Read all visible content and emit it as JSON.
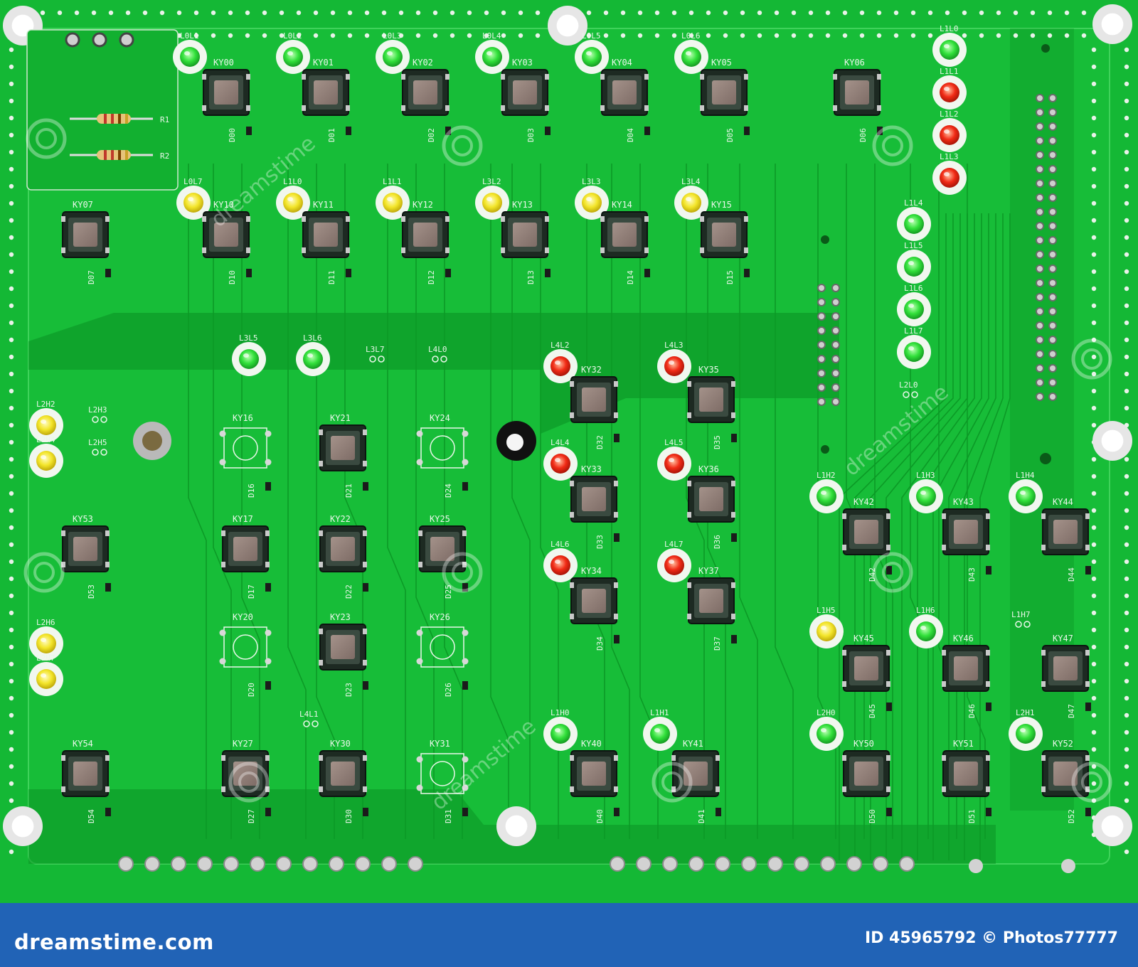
{
  "board": {
    "colors": {
      "pcb": "#14b835",
      "pcb_dark": "#0a8f22",
      "silk": "#eaf7ea",
      "pad": "#d8d8d8",
      "led_green": "#31e03a",
      "led_yellow": "#f3e52a",
      "led_red": "#f12b16"
    },
    "resistors": [
      "R1",
      "R2"
    ],
    "leds": [
      {
        "label": "L0L1",
        "color": "green"
      },
      {
        "label": "L0L2",
        "color": "green"
      },
      {
        "label": "L0L3",
        "color": "green"
      },
      {
        "label": "L0L4",
        "color": "green"
      },
      {
        "label": "L0L5",
        "color": "green"
      },
      {
        "label": "L0L6",
        "color": "green"
      },
      {
        "label": "L0L7",
        "color": "yellow"
      },
      {
        "label": "L1L0",
        "color": "yellow"
      },
      {
        "label": "L1L1",
        "color": "yellow"
      },
      {
        "label": "L3L2",
        "color": "yellow"
      },
      {
        "label": "L3L3",
        "color": "yellow"
      },
      {
        "label": "L3L4",
        "color": "yellow"
      },
      {
        "label": "L1L0",
        "color": "green"
      },
      {
        "label": "L1L1",
        "color": "red"
      },
      {
        "label": "L1L2",
        "color": "red"
      },
      {
        "label": "L1L3",
        "color": "red"
      },
      {
        "label": "L1L4",
        "color": "green"
      },
      {
        "label": "L1L5",
        "color": "green"
      },
      {
        "label": "L1L6",
        "color": "green"
      },
      {
        "label": "L1L7",
        "color": "green"
      },
      {
        "label": "L2H2",
        "color": "yellow"
      },
      {
        "label": "L2H4",
        "color": "yellow"
      },
      {
        "label": "L2H6",
        "color": "yellow"
      },
      {
        "label": "L2H7",
        "color": "yellow"
      },
      {
        "label": "L3L5",
        "color": "green"
      },
      {
        "label": "L3L6",
        "color": "green"
      },
      {
        "label": "L4L2",
        "color": "red"
      },
      {
        "label": "L4L3",
        "color": "red"
      },
      {
        "label": "L4L4",
        "color": "red"
      },
      {
        "label": "L4L5",
        "color": "red"
      },
      {
        "label": "L4L6",
        "color": "red"
      },
      {
        "label": "L4L7",
        "color": "red"
      },
      {
        "label": "L1H2",
        "color": "green"
      },
      {
        "label": "L1H3",
        "color": "green"
      },
      {
        "label": "L1H4",
        "color": "green"
      },
      {
        "label": "L1H5",
        "color": "yellow"
      },
      {
        "label": "L1H6",
        "color": "green"
      },
      {
        "label": "L1H0",
        "color": "green"
      },
      {
        "label": "L1H1",
        "color": "green"
      },
      {
        "label": "L2H0",
        "color": "green"
      },
      {
        "label": "L2H1",
        "color": "green"
      }
    ],
    "unpopulated_leds": [
      "L2H3",
      "L2H5",
      "L3L7",
      "L4L0",
      "L4L1",
      "L1H7",
      "L2L0"
    ],
    "keys": [
      {
        "label": "KY00",
        "diode": "D00",
        "populated": true
      },
      {
        "label": "KY01",
        "diode": "D01",
        "populated": true
      },
      {
        "label": "KY02",
        "diode": "D02",
        "populated": true
      },
      {
        "label": "KY03",
        "diode": "D03",
        "populated": true
      },
      {
        "label": "KY04",
        "diode": "D04",
        "populated": true
      },
      {
        "label": "KY05",
        "diode": "D05",
        "populated": true
      },
      {
        "label": "KY06",
        "diode": "D06",
        "populated": true
      },
      {
        "label": "KY07",
        "diode": "D07",
        "populated": true
      },
      {
        "label": "KY10",
        "diode": "D10",
        "populated": true
      },
      {
        "label": "KY11",
        "diode": "D11",
        "populated": true
      },
      {
        "label": "KY12",
        "diode": "D12",
        "populated": true
      },
      {
        "label": "KY13",
        "diode": "D13",
        "populated": true
      },
      {
        "label": "KY14",
        "diode": "D14",
        "populated": true
      },
      {
        "label": "KY15",
        "diode": "D15",
        "populated": true
      },
      {
        "label": "KY16",
        "diode": "D16",
        "populated": false
      },
      {
        "label": "KY21",
        "diode": "D21",
        "populated": true
      },
      {
        "label": "KY24",
        "diode": "D24",
        "populated": false
      },
      {
        "label": "KY53",
        "diode": "D53",
        "populated": true
      },
      {
        "label": "KY17",
        "diode": "D17",
        "populated": true
      },
      {
        "label": "KY22",
        "diode": "D22",
        "populated": true
      },
      {
        "label": "KY25",
        "diode": "D25",
        "populated": true
      },
      {
        "label": "KY20",
        "diode": "D20",
        "populated": false
      },
      {
        "label": "KY23",
        "diode": "D23",
        "populated": true
      },
      {
        "label": "KY26",
        "diode": "D26",
        "populated": false
      },
      {
        "label": "KY54",
        "diode": "D54",
        "populated": true
      },
      {
        "label": "KY27",
        "diode": "D27",
        "populated": true
      },
      {
        "label": "KY30",
        "diode": "D30",
        "populated": true
      },
      {
        "label": "KY31",
        "diode": "D31",
        "populated": false
      },
      {
        "label": "KY32",
        "diode": "D32",
        "populated": true
      },
      {
        "label": "KY33",
        "diode": "D33",
        "populated": true
      },
      {
        "label": "KY34",
        "diode": "D34",
        "populated": true
      },
      {
        "label": "KY35",
        "diode": "D35",
        "populated": true
      },
      {
        "label": "KY36",
        "diode": "D36",
        "populated": true
      },
      {
        "label": "KY37",
        "diode": "D37",
        "populated": true
      },
      {
        "label": "KY40",
        "diode": "D40",
        "populated": true
      },
      {
        "label": "KY41",
        "diode": "D41",
        "populated": true
      },
      {
        "label": "KY42",
        "diode": "D42",
        "populated": true
      },
      {
        "label": "KY43",
        "diode": "D43",
        "populated": true
      },
      {
        "label": "KY44",
        "diode": "D44",
        "populated": true
      },
      {
        "label": "KY45",
        "diode": "D45",
        "populated": true
      },
      {
        "label": "KY46",
        "diode": "D46",
        "populated": true
      },
      {
        "label": "KY47",
        "diode": "D47",
        "populated": true
      },
      {
        "label": "KY50",
        "diode": "D50",
        "populated": true
      },
      {
        "label": "KY51",
        "diode": "D51",
        "populated": true
      },
      {
        "label": "KY52",
        "diode": "D52",
        "populated": true
      }
    ]
  },
  "watermark": {
    "text": "dreamstime"
  },
  "footer": {
    "logo_text": "dreamstime.com",
    "id_text": "ID 45965792 © Photos77777"
  }
}
